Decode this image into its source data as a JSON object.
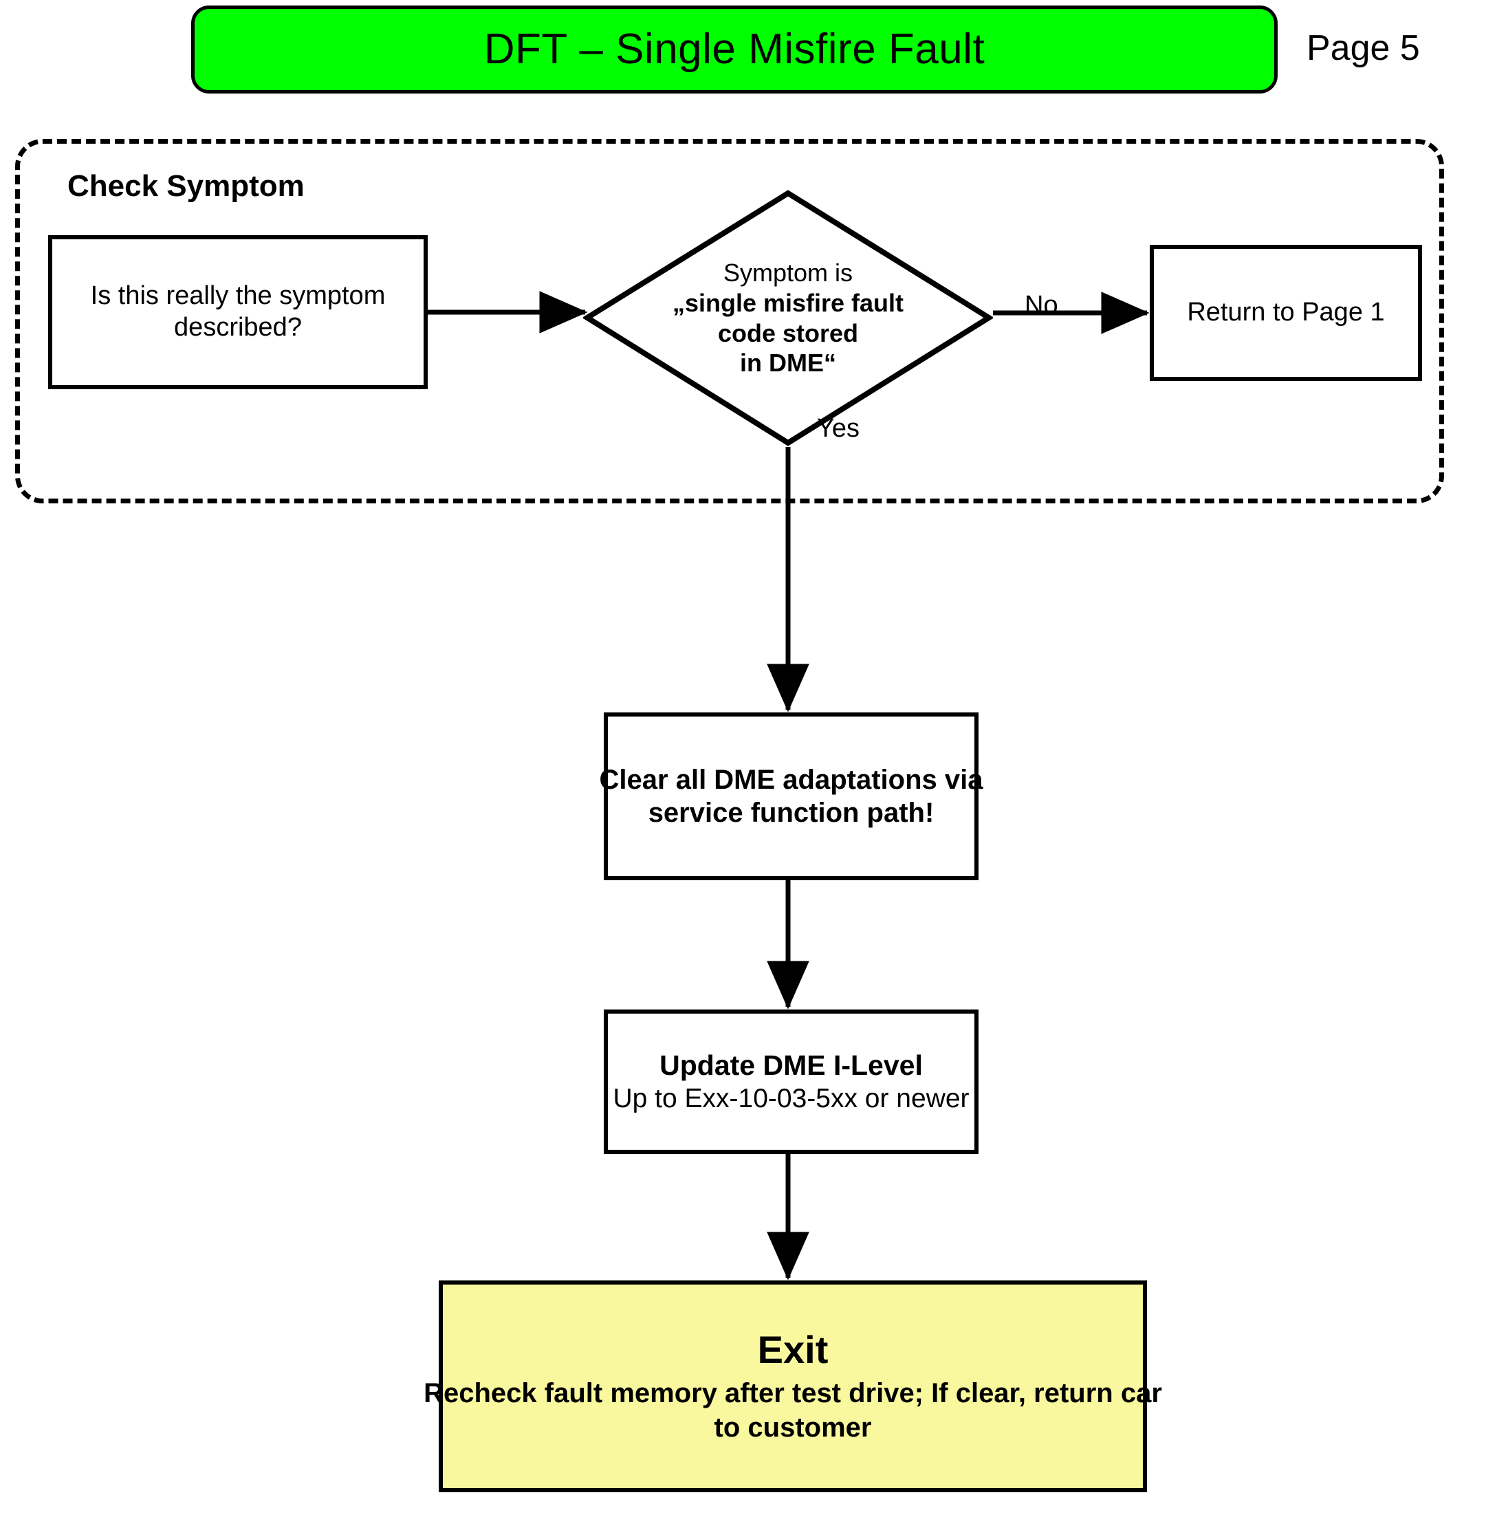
{
  "header": {
    "title": "DFT – Single Misfire Fault",
    "page_number": "Page 5",
    "banner_color": "#00ff00"
  },
  "group": {
    "label": "Check Symptom",
    "style": "dashed-rounded"
  },
  "nodes": {
    "symptom_question": {
      "type": "process",
      "line1": "Is this really the symptom",
      "line2": "described?"
    },
    "decision": {
      "type": "decision",
      "line1": "Symptom is",
      "line2": "„single misfire fault",
      "line3": "code stored",
      "line4": "in DME“"
    },
    "return_page1": {
      "type": "process",
      "line1": "Return to Page 1"
    },
    "clear_adaptations": {
      "type": "process",
      "line1": "Clear all DME adaptations via",
      "line2": "service function path!"
    },
    "update_ilevel": {
      "type": "process",
      "line1": "Update DME I-Level",
      "line2": "Up to Exx-10-03-5xx or newer"
    },
    "exit": {
      "type": "terminator",
      "title": "Exit",
      "line1": "Recheck fault memory after test drive; If clear, return car",
      "line2": "to customer",
      "fill_color": "#faf89e"
    }
  },
  "edges": {
    "no_label": "No",
    "yes_label": "Yes"
  },
  "chart_data": {
    "type": "table",
    "title": "DFT – Single Misfire Fault",
    "flow": [
      {
        "from": "symptom_question",
        "to": "decision",
        "label": ""
      },
      {
        "from": "decision",
        "to": "return_page1",
        "label": "No"
      },
      {
        "from": "decision",
        "to": "clear_adaptations",
        "label": "Yes"
      },
      {
        "from": "clear_adaptations",
        "to": "update_ilevel",
        "label": ""
      },
      {
        "from": "update_ilevel",
        "to": "exit",
        "label": ""
      }
    ]
  }
}
